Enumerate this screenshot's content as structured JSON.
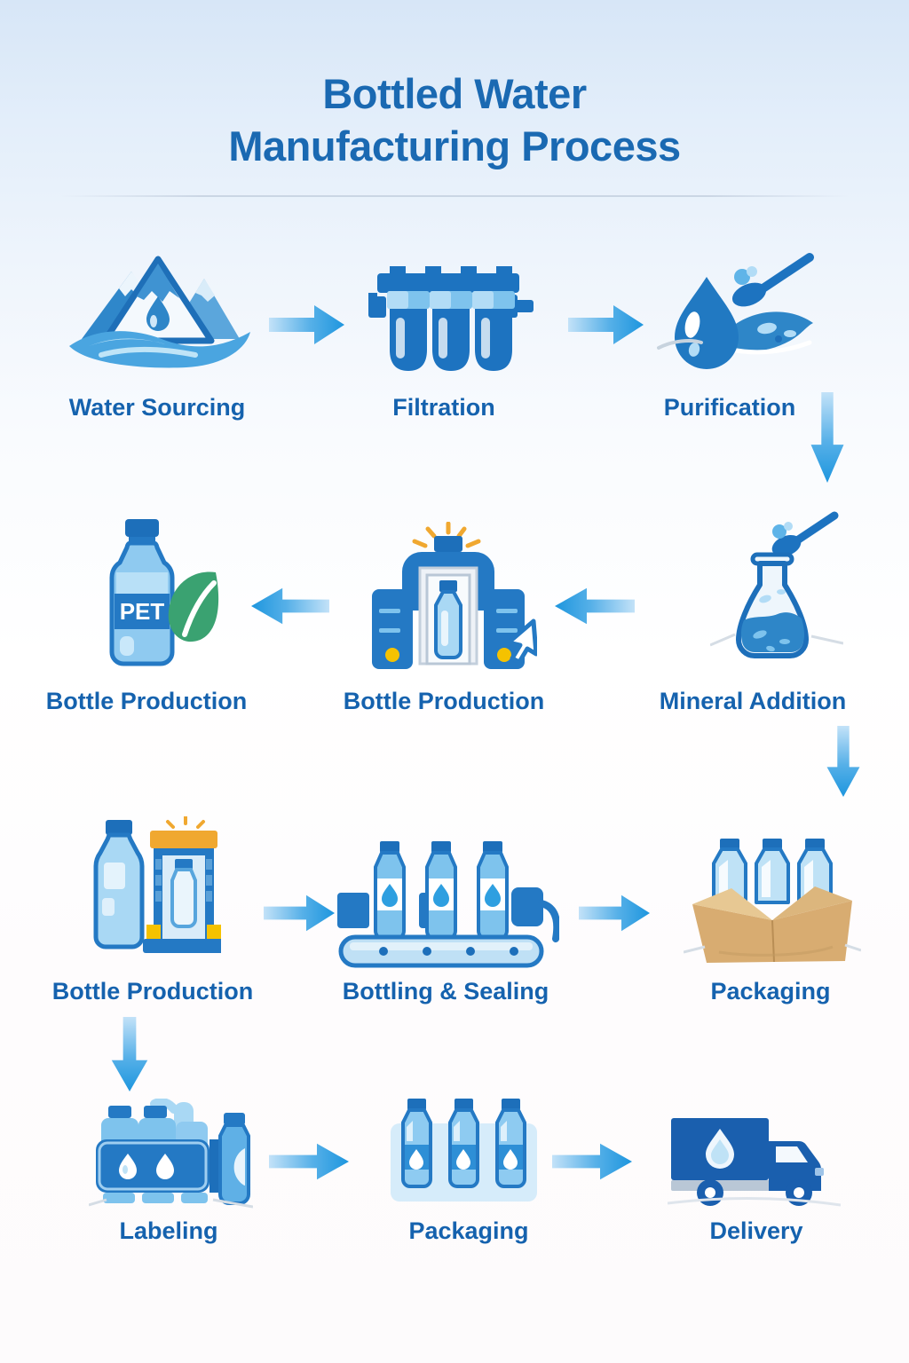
{
  "title": {
    "line1": "Bottled Water",
    "line2": "Manufacturing Process"
  },
  "steps": {
    "water_sourcing": {
      "label": "Water Sourcing",
      "icon": "mountain-spring-icon"
    },
    "filtration": {
      "label": "Filtration",
      "icon": "filter-cartridges-icon"
    },
    "purification": {
      "label": "Purification",
      "icon": "water-drop-spoon-icon"
    },
    "mineral_addition": {
      "label": "Mineral Addition",
      "icon": "flask-spoon-icon"
    },
    "bottle_production_machine": {
      "label": "Bottle Production",
      "icon": "molding-machine-icon"
    },
    "bottle_production_pet": {
      "label": "Bottle Production",
      "bottle_text": "PET",
      "icon": "pet-bottle-leaf-icon"
    },
    "bottle_production_mold": {
      "label": "Bottle Production",
      "icon": "bottle-mold-unit-icon"
    },
    "bottling_sealing": {
      "label": "Bottling & Sealing",
      "icon": "conveyor-bottles-icon"
    },
    "packaging_box": {
      "label": "Packaging",
      "icon": "box-of-bottles-icon"
    },
    "labeling": {
      "label": "Labeling",
      "icon": "labeled-bottle-pack-icon"
    },
    "packaging_bottles": {
      "label": "Packaging",
      "icon": "shrink-wrapped-bottles-icon"
    },
    "delivery": {
      "label": "Delivery",
      "icon": "water-truck-icon"
    }
  },
  "colors": {
    "title_blue": "#1a69b2",
    "label_blue": "#1562ae",
    "arrow_dark": "#1e96de",
    "arrow_light": "#c3e2f8",
    "icon_dark_blue": "#1d6fba",
    "icon_mid_blue": "#2479c4",
    "icon_sky_blue": "#7ec3ed",
    "icon_pale_blue": "#cfe7f8",
    "leaf_green": "#3aa271",
    "accent_orange": "#f0a830",
    "accent_yellow": "#f5c200",
    "box_tan": "#d8ac71",
    "truck_navy": "#1a5fae"
  }
}
